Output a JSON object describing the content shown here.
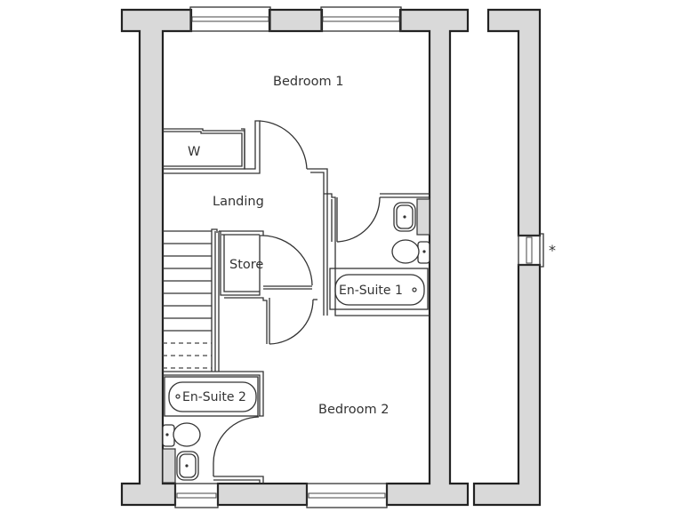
{
  "floor_plan": {
    "title": "",
    "rooms": {
      "bedroom1": {
        "label": "Bedroom 1"
      },
      "wardrobe": {
        "label": "W"
      },
      "landing": {
        "label": "Landing"
      },
      "store": {
        "label": "Store"
      },
      "ensuite1": {
        "label": "En-Suite 1"
      },
      "ensuite2": {
        "label": "En-Suite 2"
      },
      "bedroom2": {
        "label": "Bedroom 2"
      }
    },
    "annotations": {
      "asterisk": "*"
    },
    "colors": {
      "wall_fill": "#d9d9d9",
      "wall_stroke": "#222222",
      "background": "#ffffff",
      "text": "#333333"
    }
  }
}
